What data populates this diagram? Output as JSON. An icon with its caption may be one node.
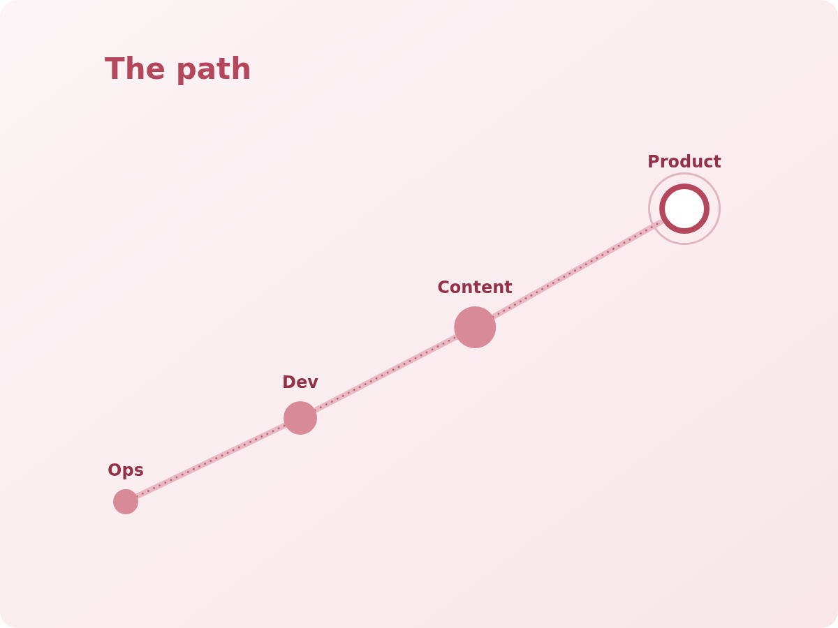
{
  "diagram": {
    "title": "The path",
    "nodes": [
      {
        "text": [
          "Ops"
        ]
      },
      {
        "text": [
          "Dev"
        ]
      },
      {
        "text": [
          "Content"
        ]
      },
      {
        "text": [
          "Product"
        ]
      }
    ],
    "edges": [
      {
        "from": 0,
        "to": 1,
        "arrow": "none"
      },
      {
        "from": 1,
        "to": 2,
        "arrow": "none"
      },
      {
        "from": 2,
        "to": 3,
        "arrow": "none"
      }
    ]
  }
}
